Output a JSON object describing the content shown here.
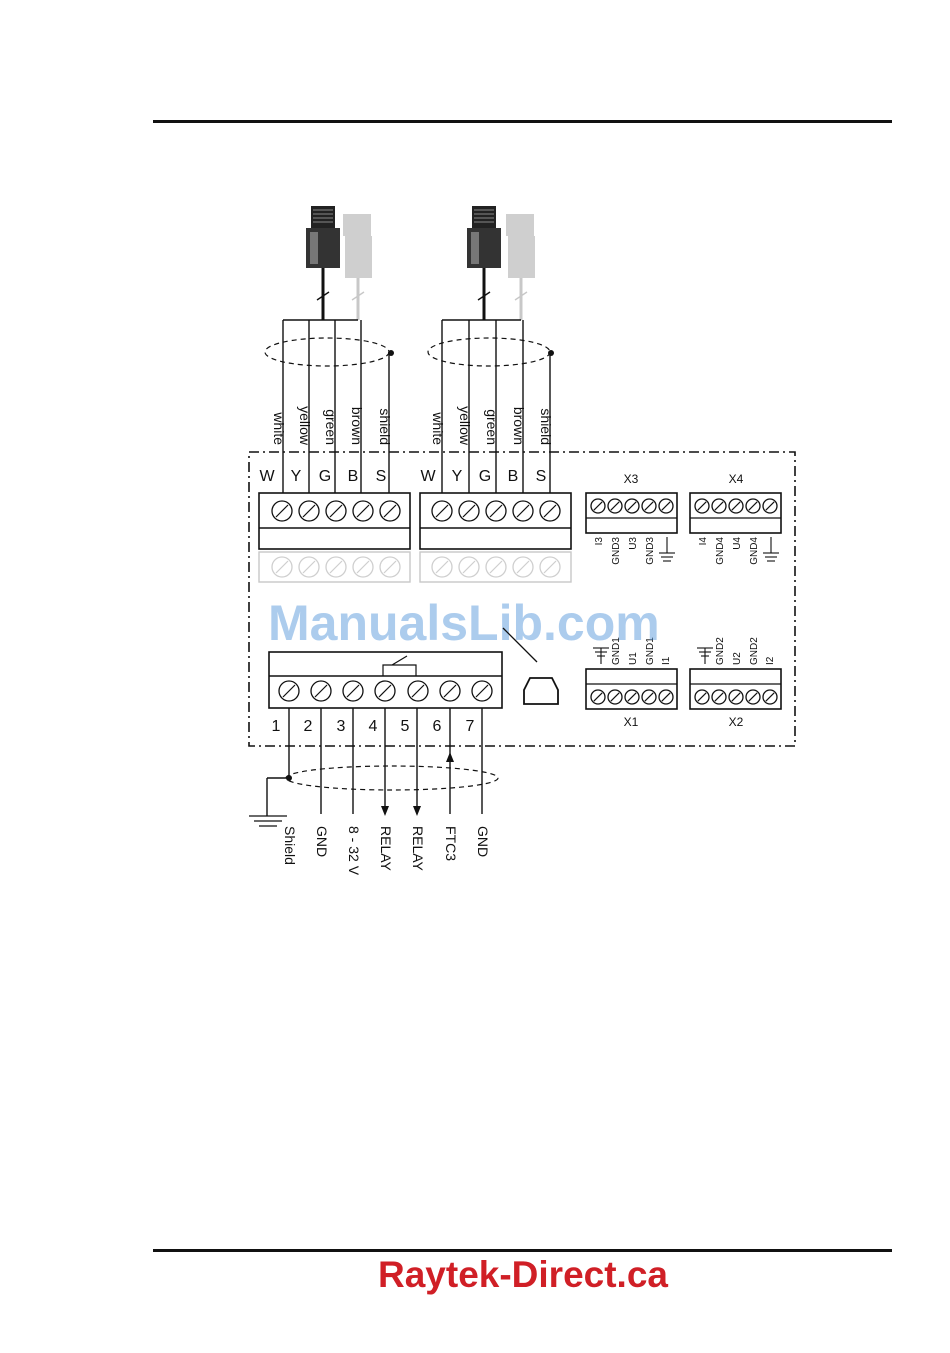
{
  "sensor1": {
    "wire_labels": [
      "white",
      "yellow",
      "green",
      "brown",
      "shield"
    ],
    "terminal_letters": [
      "W",
      "Y",
      "G",
      "B",
      "S"
    ]
  },
  "sensor2": {
    "wire_labels": [
      "white",
      "yellow",
      "green",
      "brown",
      "shield"
    ],
    "terminal_letters": [
      "W",
      "Y",
      "G",
      "B",
      "S"
    ]
  },
  "x3": {
    "title": "X3",
    "pins": [
      "I3",
      "GND3",
      "U3",
      "GND3"
    ]
  },
  "x4": {
    "title": "X4",
    "pins": [
      "I4",
      "GND4",
      "U4",
      "GND4"
    ]
  },
  "x1": {
    "title": "X1",
    "pins": [
      "GND1",
      "U1",
      "GND1",
      "I1"
    ]
  },
  "x2": {
    "title": "X2",
    "pins": [
      "GND2",
      "U2",
      "GND2",
      "I2"
    ]
  },
  "main_terminal": {
    "numbers": [
      "1",
      "2",
      "3",
      "4",
      "5",
      "6",
      "7"
    ],
    "signals": [
      "Shield",
      "GND",
      "8 - 32 V",
      "RELAY",
      "RELAY",
      "FTC3",
      "GND"
    ]
  },
  "watermark": "ManualsLib.com",
  "footer": {
    "text": "Raytek-Direct.ca"
  }
}
